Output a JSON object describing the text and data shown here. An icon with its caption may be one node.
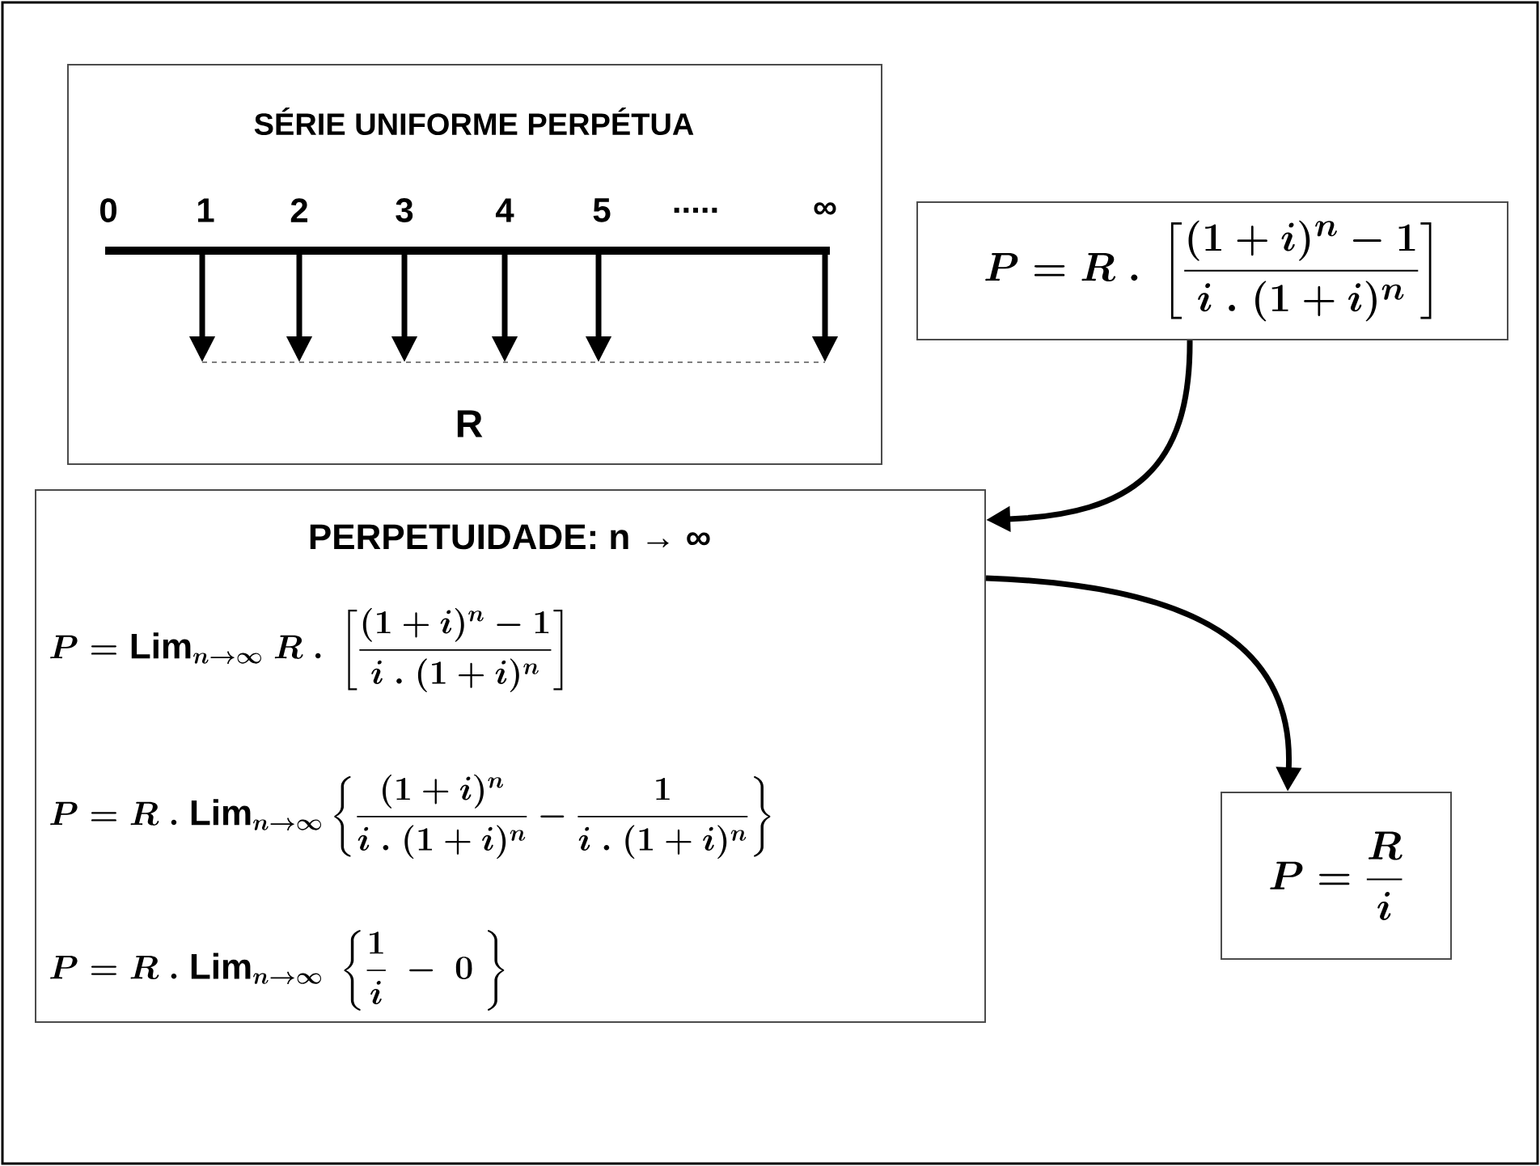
{
  "diagram": {
    "nodes": [
      {
        "text": [
          "SÉRIE UNIFORME PERPÉTUA",
          "0",
          "1",
          "2",
          "3",
          "4",
          "5",
          ".....",
          "∞",
          "R"
        ]
      },
      {
        "text": [
          "P = R\\ .\\ \\left[\\frac{(1+i)^{n}-1}{i\\ .\\ (1+i)^{n}}\\right]"
        ]
      },
      {
        "text": [
          "PERPETUIDADE:  n → ∞",
          "P = \\mathrm{Lim}_{n\\to\\infty}\\ R\\ .\\ \\left[\\frac{(1+i)^{n}-1}{i\\ .\\ (1+i)^{n}}\\right]",
          "P = R\\ .\\ \\mathrm{Lim}_{n\\to\\infty}\\left\\{\\frac{(1+i)^{n}}{i\\ .\\ (1+i)^{n}}-\\frac{1}{i\\ .\\ (1+i)^{n}}\\right\\}",
          "P = R\\ .\\ \\mathrm{Lim}_{n\\to\\infty}\\ \\left\\{\\frac{1}{i}\\ -\\ 0\\ \\right\\}"
        ]
      },
      {
        "text": [
          "P = \\frac{R}{i}"
        ]
      }
    ],
    "edges": [
      {
        "from": 1,
        "to": 2,
        "arrow": "to"
      },
      {
        "from": 2,
        "to": 3,
        "arrow": "to"
      }
    ]
  }
}
